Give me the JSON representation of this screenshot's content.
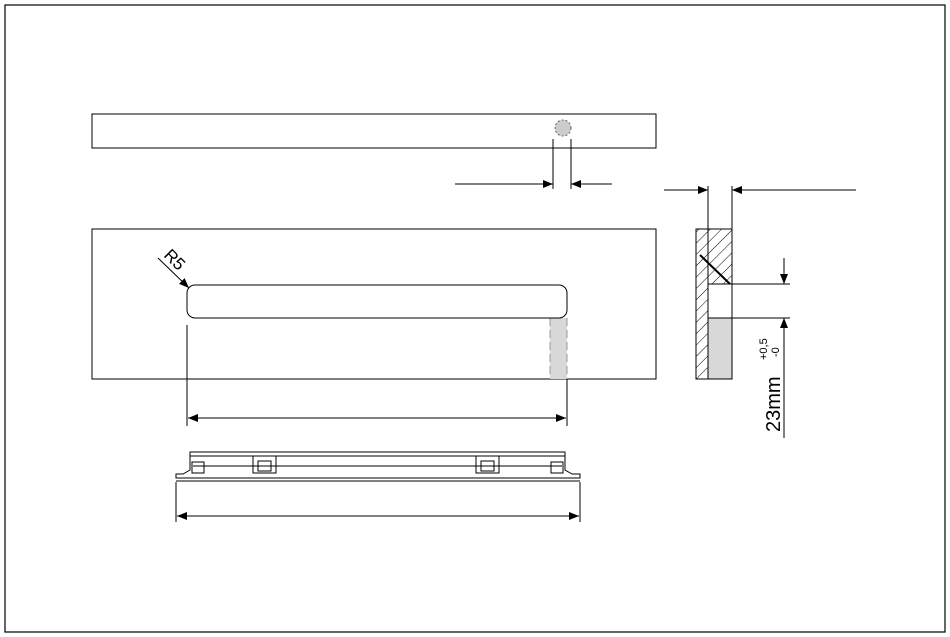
{
  "drawing": {
    "labels": {
      "radius": "R5",
      "depth_value": "23mm",
      "tolerance_plus": "+0,5",
      "tolerance_minus": "-0"
    },
    "colors": {
      "line": "#000000",
      "fill_gray": "#d8d8d8",
      "hole_fill": "#cccccc",
      "background": "#ffffff"
    }
  }
}
